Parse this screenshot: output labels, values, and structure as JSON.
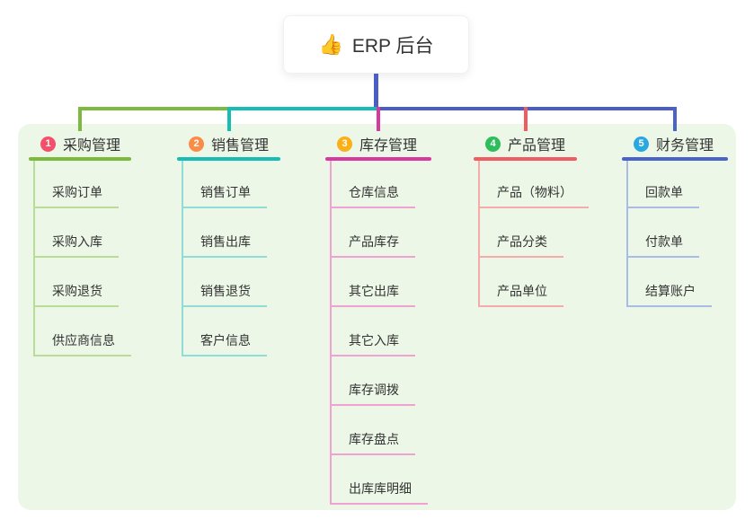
{
  "root": {
    "emoji": "👍",
    "title": "ERP 后台"
  },
  "branches": [
    {
      "num": "1",
      "label": "采购管理",
      "badge_color": "#f4506a",
      "line_color": "#7cb93f",
      "light_color": "#b9dc97",
      "children": [
        "采购订单",
        "采购入库",
        "采购退货",
        "供应商信息"
      ]
    },
    {
      "num": "2",
      "label": "销售管理",
      "badge_color": "#fa8c47",
      "line_color": "#17bcb4",
      "light_color": "#90dcd6",
      "children": [
        "销售订单",
        "销售出库",
        "销售退货",
        "客户信息"
      ]
    },
    {
      "num": "3",
      "label": "库存管理",
      "badge_color": "#fbb018",
      "line_color": "#d8399e",
      "light_color": "#f0a3d2",
      "children": [
        "仓库信息",
        "产品库存",
        "其它出库",
        "其它入库",
        "库存调拨",
        "库存盘点",
        "出库库明细"
      ]
    },
    {
      "num": "4",
      "label": "产品管理",
      "badge_color": "#2ebd5c",
      "line_color": "#f15b62",
      "light_color": "#f6abab",
      "children": [
        "产品（物料）",
        "产品分类",
        "产品单位"
      ]
    },
    {
      "num": "5",
      "label": "财务管理",
      "badge_color": "#29a8e0",
      "line_color": "#4a63c8",
      "light_color": "#aabce6",
      "children": [
        "回款单",
        "付款单",
        "结算账户"
      ]
    }
  ],
  "colors": {
    "root_line": "#4a5ec6",
    "panel_bg": "#ecf7e7",
    "text": "#333333",
    "card_bg": "#ffffff"
  }
}
